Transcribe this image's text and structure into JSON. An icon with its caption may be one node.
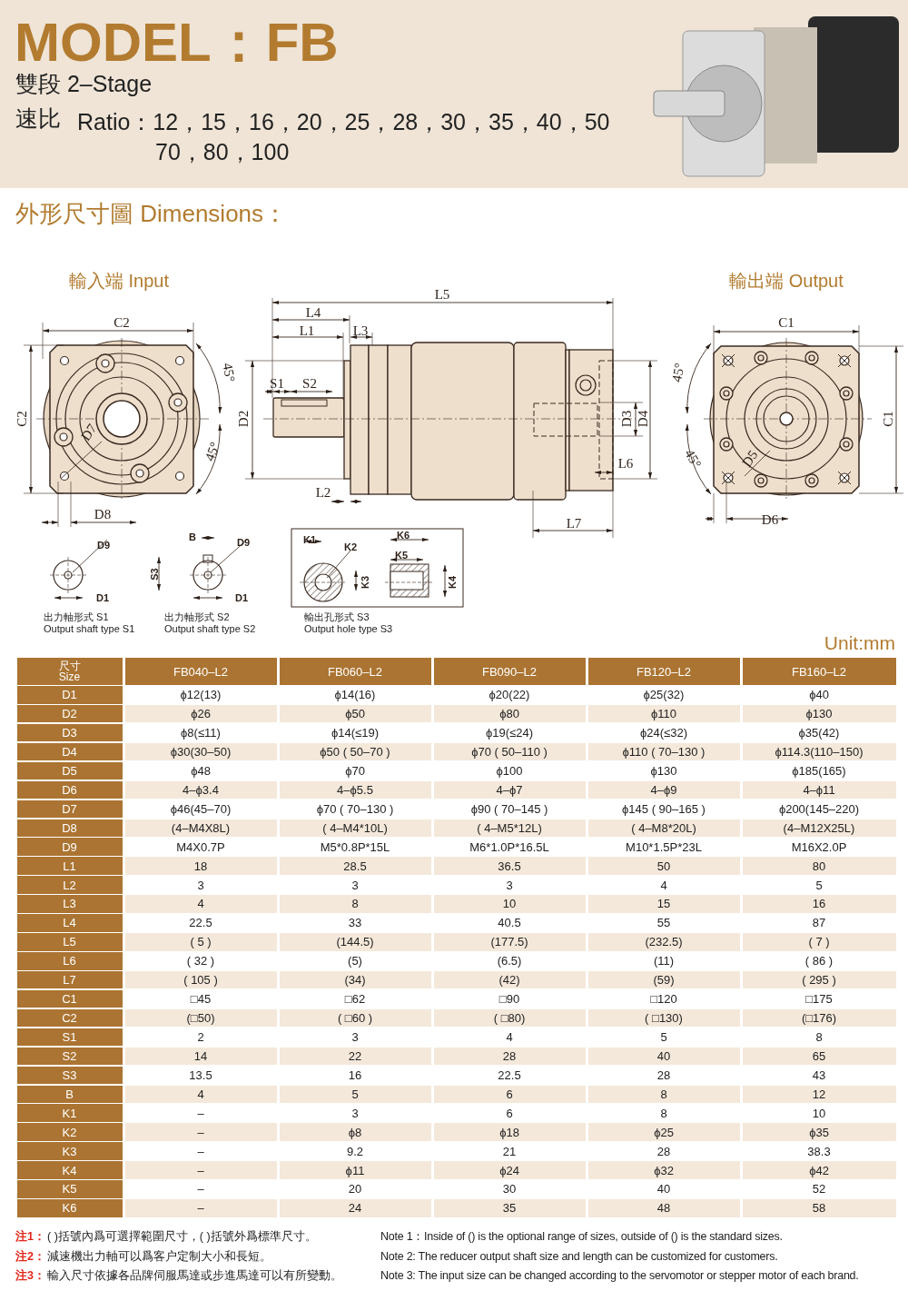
{
  "diagram": {
    "title": "MODEL：FB",
    "labels": [
      "雙段 2–Stage",
      "速比",
      "Ratio：12，15，16，20，25，28，30，35，40，50 70，80，100",
      "外形尺寸圖 Dimensions：",
      "輸入端 Input",
      "輸出端 Output",
      "C2",
      "C2",
      "45°",
      "45°",
      "D7",
      "D8",
      "L5",
      "L4",
      "L1",
      "L3",
      "S1",
      "S2",
      "D2",
      "L2",
      "D3",
      "D4",
      "L6",
      "L7",
      "C1",
      "C1",
      "45°",
      "45°",
      "D5",
      "D6",
      "D9",
      "D1",
      "B",
      "D9",
      "S3",
      "D1",
      "K1",
      "K2",
      "K3",
      "K6",
      "K5",
      "K4",
      "出力軸形式 S1",
      "Output shaft type S1",
      "出力軸形式 S2",
      "Output shaft type S2",
      "輸出孔形式 S3",
      "Output hole type S3",
      "Unit:mm",
      "尺寸 Size",
      "FB040–L2",
      "FB060–L2",
      "FB090–L2",
      "FB120–L2",
      "FB160–L2",
      "D1",
      "ϕ12(13)",
      "ϕ14(16)",
      "ϕ20(22)",
      "ϕ25(32)",
      "ϕ40",
      "D2",
      "ϕ26",
      "ϕ50",
      "ϕ80",
      "ϕ110",
      "ϕ130",
      "D3",
      "ϕ8(≤11)",
      "ϕ14(≤19)",
      "ϕ19(≤24)",
      "ϕ24(≤32)",
      "ϕ35(42)",
      "D4",
      "ϕ30(30–50)",
      "ϕ50 ( 50–70 )",
      "ϕ70 ( 50–110 )",
      "ϕ110 ( 70–130 )",
      "ϕ114.3(110–150)",
      "D5",
      "ϕ48",
      "ϕ70",
      "ϕ100",
      "ϕ130",
      "ϕ185(165)",
      "D6",
      "4–ϕ3.4",
      "4–ϕ5.5",
      "4–ϕ7",
      "4–ϕ9",
      "4–ϕ11",
      "D7",
      "ϕ46(45–70)",
      "ϕ70 ( 70–130 )",
      "ϕ90 ( 70–145 )",
      "ϕ145 ( 90–165 )",
      "ϕ200(145–220)",
      "D8",
      "(4–M4X8L)",
      "( 4–M4*10L)",
      "( 4–M5*12L)",
      "( 4–M8*20L)",
      "(4–M12X25L)",
      "D9",
      "M4X0.7P",
      "M5*0.8P*15L",
      "M6*1.0P*16.5L",
      "M10*1.5P*23L",
      "M16X2.0P",
      "L1",
      "18",
      "28.5",
      "36.5",
      "50",
      "80",
      "L2",
      "3",
      "3",
      "3",
      "4",
      "5",
      "L3",
      "4",
      "8",
      "10",
      "15",
      "16",
      "L4",
      "22.5",
      "33",
      "40.5",
      "55",
      "87",
      "L5",
      "( 5 )",
      "(144.5)",
      "(177.5)",
      "(232.5)",
      "( 7 )",
      "L6",
      "( 32 )",
      "(5)",
      "(6.5)",
      "(11)",
      "( 86 )",
      "L7",
      "( 105 )",
      "(34)",
      "(42)",
      "(59)",
      "( 295 )",
      "C1",
      "□45",
      "□62",
      "□90",
      "□120",
      "□175",
      "C2",
      "(□50)",
      "( □60 )",
      "( □80)",
      "( □130)",
      "(□176)",
      "S1",
      "2",
      "3",
      "4",
      "5",
      "8",
      "S2",
      "14",
      "22",
      "28",
      "40",
      "65",
      "S3",
      "13.5",
      "16",
      "22.5",
      "28",
      "43",
      "B",
      "4",
      "5",
      "6",
      "8",
      "12",
      "K1",
      "–",
      "3",
      "6",
      "8",
      "10",
      "K2",
      "–",
      "ϕ8",
      "ϕ18",
      "ϕ25",
      "ϕ35",
      "K3",
      "–",
      "9.2",
      "21",
      "28",
      "38.3",
      "K4",
      "–",
      "ϕ11",
      "ϕ24",
      "ϕ32",
      "ϕ42",
      "K5",
      "–",
      "20",
      "30",
      "40",
      "52",
      "K6",
      "–",
      "24",
      "35",
      "48",
      "58",
      "注1：",
      "( )括號內爲可選擇範圍尺寸，( )括號外爲標準尺寸。",
      "Note 1：Inside of () is the optional range of sizes, outside of () is the standard sizes.",
      "注2：",
      "減速機出力軸可以爲客户定制大小和長短。",
      "Note 2: The reducer output shaft size and length can be customized for customers.",
      "注3：",
      "輸入尺寸依據各品牌伺服馬達或步進馬達可以有所變動。",
      "Note 3: The input size can be changed according to the servomotor or stepper motor of each brand."
    ]
  }
}
